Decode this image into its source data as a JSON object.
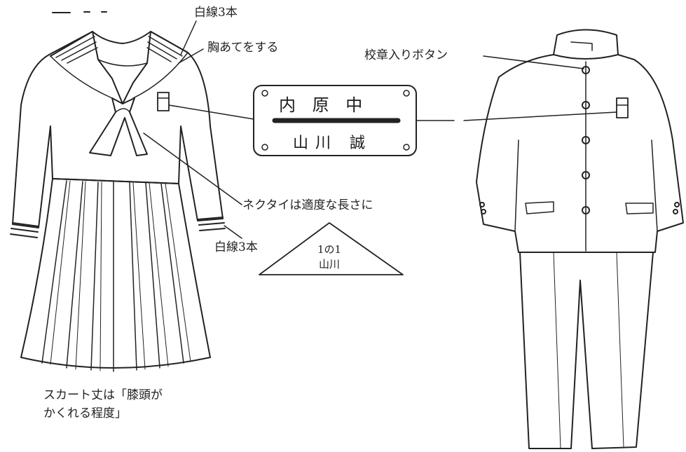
{
  "labels": {
    "collar_lines": "白線3本",
    "chest_cover": "胸あてをする",
    "emblem_button": "校章入りボタン",
    "tie_length": "ネクタイは適度な長さに",
    "cuff_lines": "白線3本"
  },
  "name_plate": {
    "school": "内 原 中",
    "student": "山川 誠"
  },
  "class_badge": {
    "line1": "1の1",
    "line2": "山川"
  },
  "skirt_note": {
    "line1": "スカート丈は「膝頭が",
    "line2": "かくれる程度」"
  },
  "colors": {
    "ink": "#222222",
    "background": "#ffffff"
  }
}
